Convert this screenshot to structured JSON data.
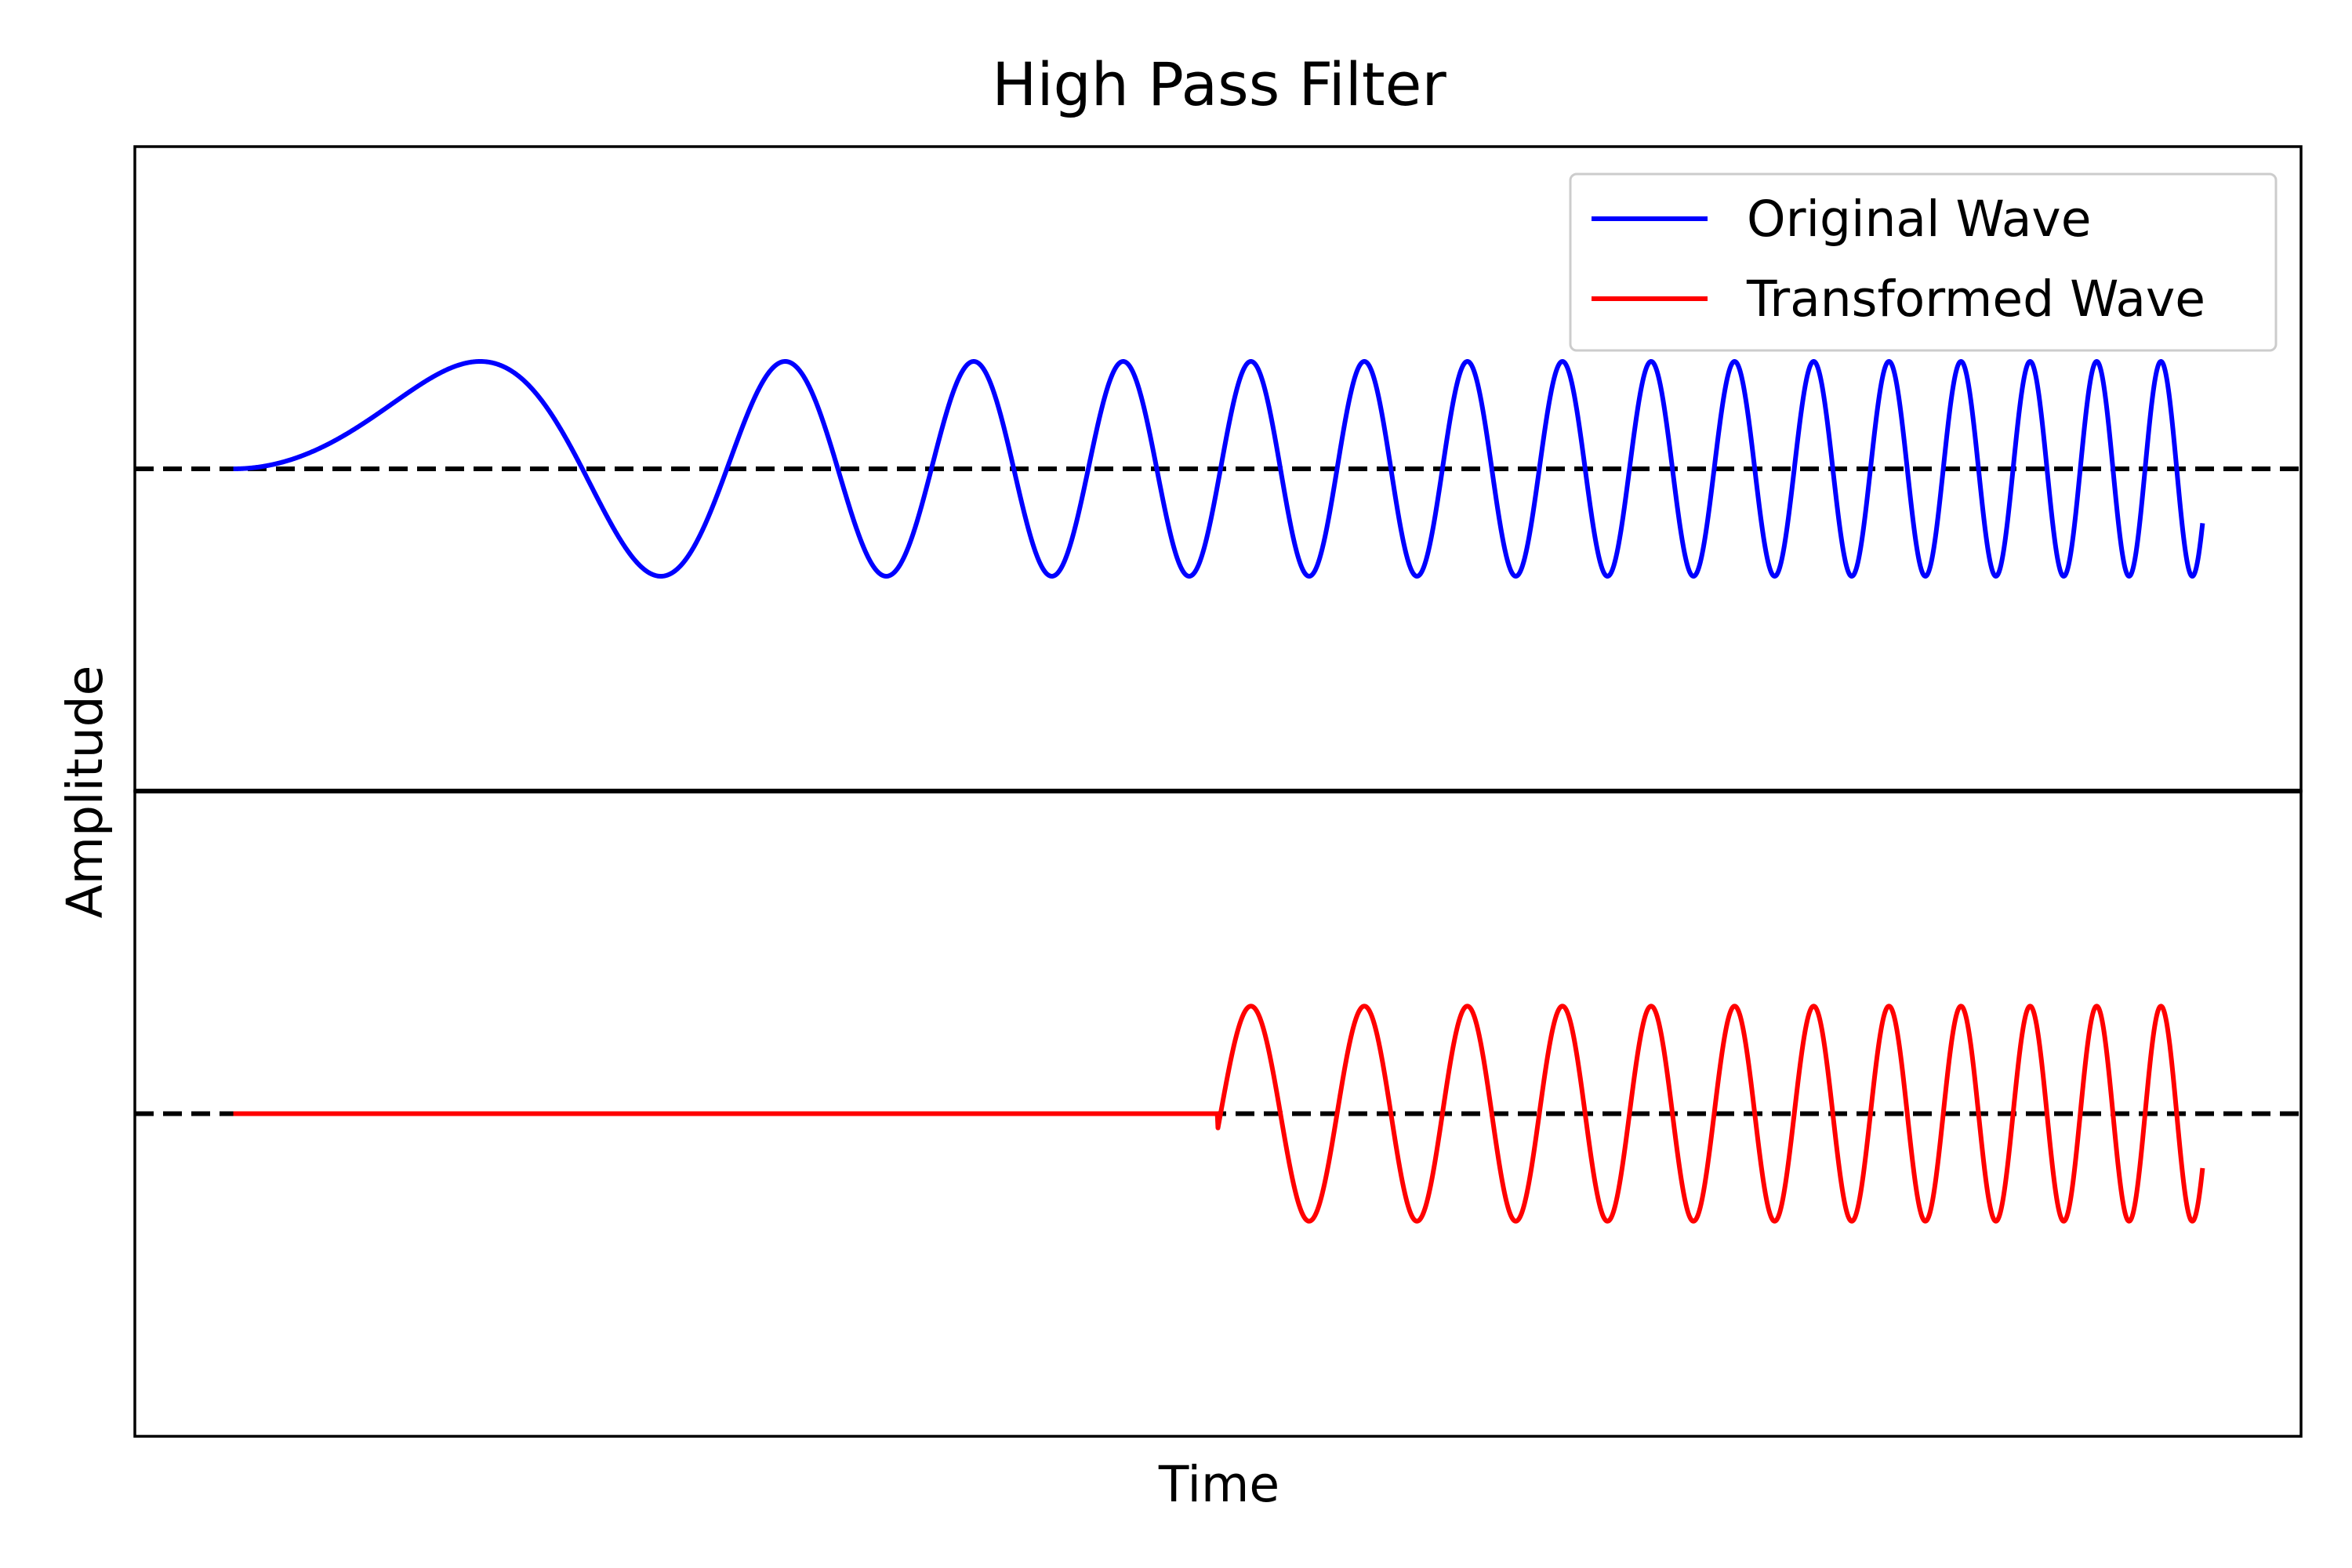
{
  "chart_data": {
    "type": "line",
    "title": "High Pass Filter",
    "xlabel": "Time",
    "ylabel": "Amplitude",
    "grid": false,
    "legend": {
      "placement": "top-right",
      "entries": [
        {
          "label": "Original Wave",
          "color": "#0000ff"
        },
        {
          "label": "Transformed Wave",
          "color": "#ff0000"
        }
      ]
    },
    "xlim": [
      0,
      10
    ],
    "panel_ylim": [
      -3,
      3
    ],
    "baseline": 0,
    "series": [
      {
        "name": "Original Wave",
        "panel": "top",
        "color": "#0000ff",
        "function": "sin(t^2)",
        "domain": [
          0,
          10
        ]
      },
      {
        "name": "Transformed Wave",
        "panel": "bottom",
        "color": "#ff0000",
        "function": "sin(t^2) for t >= 5, else 0",
        "cutoff": 5,
        "domain": [
          0,
          10
        ]
      }
    ]
  }
}
